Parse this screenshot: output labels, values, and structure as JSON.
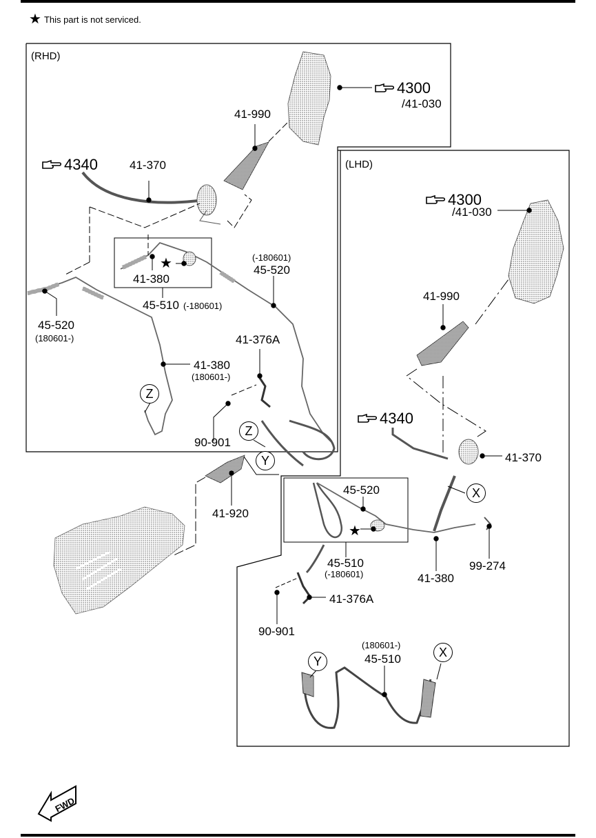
{
  "note": {
    "icon": "star-icon",
    "text": "This part is not serviced."
  },
  "sections": {
    "rhd": "(RHD)",
    "lhd": "(LHD)"
  },
  "rhd": {
    "ref_4300": "4300",
    "ref_41030": "/41-030",
    "ref_4340": "4340",
    "p_41990": "41-990",
    "p_41370": "41-370",
    "p_41380_box": "41-380",
    "p_45510": "45-510",
    "p_45510_note": "(-180601)",
    "p_45520_right_note": "(-180601)",
    "p_45520_right": "45-520",
    "p_45520_left": "45-520",
    "p_45520_left_note": "(180601-)",
    "p_41380": "41-380",
    "p_41380_note": "(180601-)",
    "p_41376a": "41-376A",
    "p_90901": "90-901",
    "circle_z1": "Z",
    "circle_z2": "Z",
    "circle_y": "Y"
  },
  "center": {
    "p_41920": "41-920"
  },
  "lhd": {
    "ref_4300": "4300",
    "ref_41030": "/41-030",
    "p_41990": "41-990",
    "ref_4340": "4340",
    "p_41370": "41-370",
    "circle_x1": "X",
    "p_45520": "45-520",
    "p_45510": "45-510",
    "p_45510_note": "(-180601)",
    "p_41380": "41-380",
    "p_99274": "99-274",
    "p_41376a": "41-376A",
    "p_90901": "90-901",
    "p_45510b_note": "(180601-)",
    "p_45510b": "45-510",
    "circle_y": "Y",
    "circle_x2": "X"
  },
  "fwd": {
    "label": "FWD",
    "icon": "fwd-arrow-icon"
  }
}
